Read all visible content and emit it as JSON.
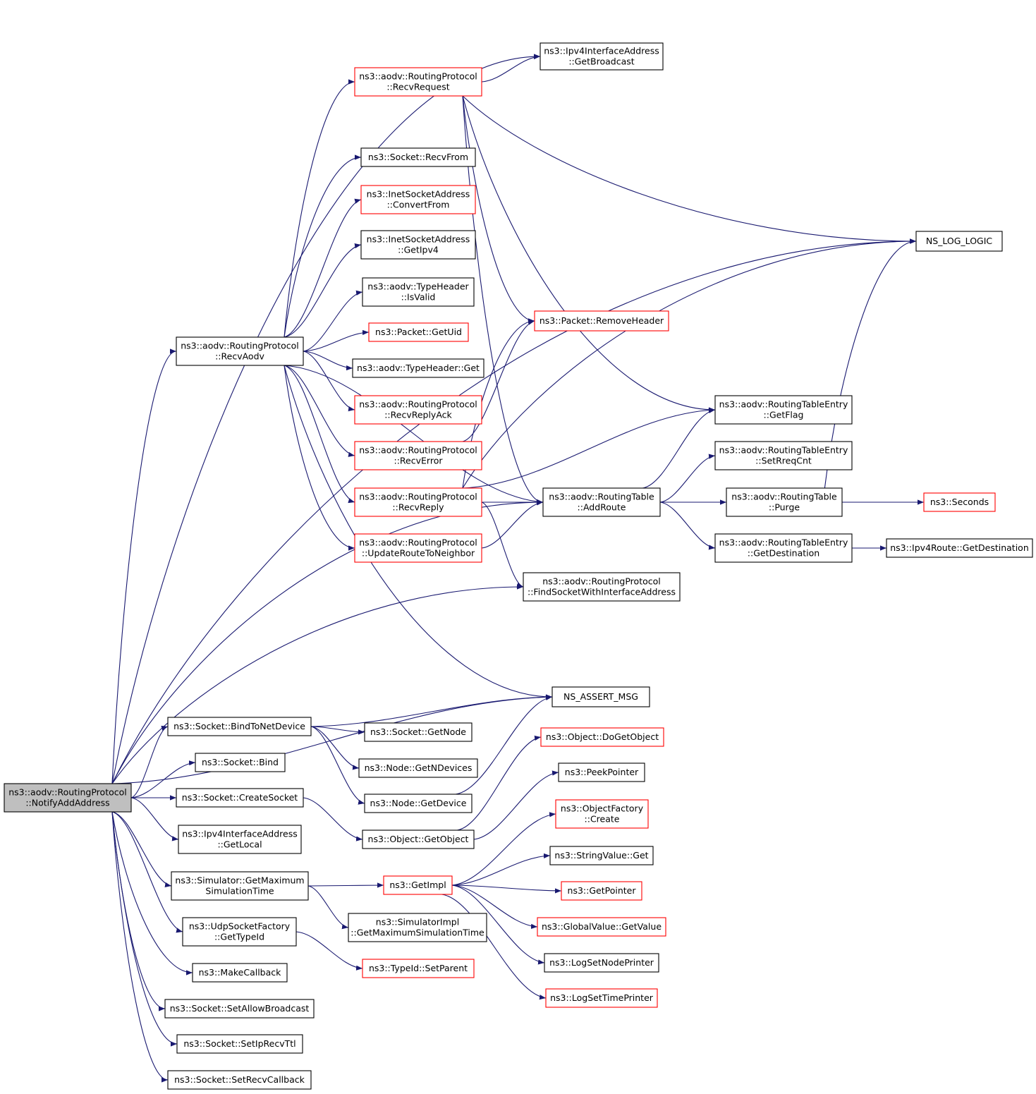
{
  "diagram": {
    "colors": {
      "edge": "#191970",
      "node_border": "#000000",
      "node_border_incomplete": "#ff0000",
      "root_fill": "#bfbfbf",
      "background": "#ffffff"
    },
    "nodes": {
      "notifyAddAddress": {
        "lines": [
          "ns3::aodv::RoutingProtocol",
          "::NotifyAddAddress"
        ],
        "border": "black",
        "root": true
      },
      "recvAodv": {
        "lines": [
          "ns3::aodv::RoutingProtocol",
          "::RecvAodv"
        ],
        "border": "black"
      },
      "recvRequest": {
        "lines": [
          "ns3::aodv::RoutingProtocol",
          "::RecvRequest"
        ],
        "border": "red"
      },
      "getBroadcast": {
        "lines": [
          "ns3::Ipv4InterfaceAddress",
          "::GetBroadcast"
        ],
        "border": "black"
      },
      "nsLogLogic": {
        "lines": [
          "NS_LOG_LOGIC"
        ],
        "border": "black"
      },
      "recvFrom": {
        "lines": [
          "ns3::Socket::RecvFrom"
        ],
        "border": "black"
      },
      "convertFrom": {
        "lines": [
          "ns3::InetSocketAddress",
          "::ConvertFrom"
        ],
        "border": "red"
      },
      "getIpv4": {
        "lines": [
          "ns3::InetSocketAddress",
          "::GetIpv4"
        ],
        "border": "black"
      },
      "isValid": {
        "lines": [
          "ns3::aodv::TypeHeader",
          "::IsValid"
        ],
        "border": "black"
      },
      "getUid": {
        "lines": [
          "ns3::Packet::GetUid"
        ],
        "border": "red"
      },
      "typeHeaderGet": {
        "lines": [
          "ns3::aodv::TypeHeader::Get"
        ],
        "border": "black"
      },
      "recvReplyAck": {
        "lines": [
          "ns3::aodv::RoutingProtocol",
          "::RecvReplyAck"
        ],
        "border": "red"
      },
      "recvError": {
        "lines": [
          "ns3::aodv::RoutingProtocol",
          "::RecvError"
        ],
        "border": "red"
      },
      "recvReply": {
        "lines": [
          "ns3::aodv::RoutingProtocol",
          "::RecvReply"
        ],
        "border": "red"
      },
      "updateRouteToNeighbor": {
        "lines": [
          "ns3::aodv::RoutingProtocol",
          "::UpdateRouteToNeighbor"
        ],
        "border": "red"
      },
      "removeHeader": {
        "lines": [
          "ns3::Packet::RemoveHeader"
        ],
        "border": "red"
      },
      "getFlag": {
        "lines": [
          "ns3::aodv::RoutingTableEntry",
          "::GetFlag"
        ],
        "border": "black"
      },
      "setRreqCnt": {
        "lines": [
          "ns3::aodv::RoutingTableEntry",
          "::SetRreqCnt"
        ],
        "border": "black"
      },
      "addRoute": {
        "lines": [
          "ns3::aodv::RoutingTable",
          "::AddRoute"
        ],
        "border": "black"
      },
      "purge": {
        "lines": [
          "ns3::aodv::RoutingTable",
          "::Purge"
        ],
        "border": "black"
      },
      "seconds": {
        "lines": [
          "ns3::Seconds"
        ],
        "border": "red"
      },
      "getDestinationEntry": {
        "lines": [
          "ns3::aodv::RoutingTableEntry",
          "::GetDestination"
        ],
        "border": "black"
      },
      "ipv4RouteGetDestination": {
        "lines": [
          "ns3::Ipv4Route::GetDestination"
        ],
        "border": "black"
      },
      "findSocket": {
        "lines": [
          "ns3::aodv::RoutingProtocol",
          "::FindSocketWithInterfaceAddress"
        ],
        "border": "black"
      },
      "nsAssertMsg": {
        "lines": [
          "NS_ASSERT_MSG"
        ],
        "border": "black"
      },
      "bindToNetDevice": {
        "lines": [
          "ns3::Socket::BindToNetDevice"
        ],
        "border": "black"
      },
      "socketGetNode": {
        "lines": [
          "ns3::Socket::GetNode"
        ],
        "border": "black"
      },
      "getNDevices": {
        "lines": [
          "ns3::Node::GetNDevices"
        ],
        "border": "black"
      },
      "getDevice": {
        "lines": [
          "ns3::Node::GetDevice"
        ],
        "border": "black"
      },
      "socketBind": {
        "lines": [
          "ns3::Socket::Bind"
        ],
        "border": "black"
      },
      "createSocket": {
        "lines": [
          "ns3::Socket::CreateSocket"
        ],
        "border": "black"
      },
      "getObject": {
        "lines": [
          "ns3::Object::GetObject"
        ],
        "border": "black"
      },
      "doGetObject": {
        "lines": [
          "ns3::Object::DoGetObject"
        ],
        "border": "red"
      },
      "peekPointer": {
        "lines": [
          "ns3::PeekPointer"
        ],
        "border": "black"
      },
      "getLocal": {
        "lines": [
          "ns3::Ipv4InterfaceAddress",
          "::GetLocal"
        ],
        "border": "black"
      },
      "getMaxSimTime": {
        "lines": [
          "ns3::Simulator::GetMaximum",
          "SimulationTime"
        ],
        "border": "black"
      },
      "getImpl": {
        "lines": [
          "ns3::GetImpl"
        ],
        "border": "red"
      },
      "objectFactoryCreate": {
        "lines": [
          "ns3::ObjectFactory",
          "::Create"
        ],
        "border": "red"
      },
      "stringValueGet": {
        "lines": [
          "ns3::StringValue::Get"
        ],
        "border": "black"
      },
      "getPointer": {
        "lines": [
          "ns3::GetPointer"
        ],
        "border": "red"
      },
      "globalValueGetValue": {
        "lines": [
          "ns3::GlobalValue::GetValue"
        ],
        "border": "red"
      },
      "logSetNodePrinter": {
        "lines": [
          "ns3::LogSetNodePrinter"
        ],
        "border": "black"
      },
      "logSetTimePrinter": {
        "lines": [
          "ns3::LogSetTimePrinter"
        ],
        "border": "red"
      },
      "simImplGetMax": {
        "lines": [
          "ns3::SimulatorImpl",
          "::GetMaximumSimulationTime"
        ],
        "border": "black"
      },
      "udpGetTypeId": {
        "lines": [
          "ns3::UdpSocketFactory",
          "::GetTypeId"
        ],
        "border": "black"
      },
      "setParent": {
        "lines": [
          "ns3::TypeId::SetParent"
        ],
        "border": "red"
      },
      "makeCallback": {
        "lines": [
          "ns3::MakeCallback"
        ],
        "border": "black"
      },
      "setAllowBroadcast": {
        "lines": [
          "ns3::Socket::SetAllowBroadcast"
        ],
        "border": "black"
      },
      "setIpRecvTtl": {
        "lines": [
          "ns3::Socket::SetIpRecvTtl"
        ],
        "border": "black"
      },
      "setRecvCallback": {
        "lines": [
          "ns3::Socket::SetRecvCallback"
        ],
        "border": "black"
      }
    },
    "edges": [
      [
        "notifyAddAddress",
        "nsLogLogic"
      ],
      [
        "notifyAddAddress",
        "getBroadcast"
      ],
      [
        "notifyAddAddress",
        "recvAodv"
      ],
      [
        "notifyAddAddress",
        "addRoute"
      ],
      [
        "notifyAddAddress",
        "findSocket"
      ],
      [
        "notifyAddAddress",
        "nsAssertMsg"
      ],
      [
        "notifyAddAddress",
        "bindToNetDevice"
      ],
      [
        "notifyAddAddress",
        "socketBind"
      ],
      [
        "notifyAddAddress",
        "createSocket"
      ],
      [
        "notifyAddAddress",
        "getLocal"
      ],
      [
        "notifyAddAddress",
        "getMaxSimTime"
      ],
      [
        "notifyAddAddress",
        "udpGetTypeId"
      ],
      [
        "notifyAddAddress",
        "makeCallback"
      ],
      [
        "notifyAddAddress",
        "setAllowBroadcast"
      ],
      [
        "notifyAddAddress",
        "setIpRecvTtl"
      ],
      [
        "notifyAddAddress",
        "setRecvCallback"
      ],
      [
        "recvAodv",
        "recvRequest"
      ],
      [
        "recvAodv",
        "addRoute"
      ],
      [
        "recvAodv",
        "recvFrom"
      ],
      [
        "recvAodv",
        "convertFrom"
      ],
      [
        "recvAodv",
        "getIpv4"
      ],
      [
        "recvAodv",
        "isValid"
      ],
      [
        "recvAodv",
        "getUid"
      ],
      [
        "recvAodv",
        "typeHeaderGet"
      ],
      [
        "recvAodv",
        "recvReplyAck"
      ],
      [
        "recvAodv",
        "recvError"
      ],
      [
        "recvAodv",
        "recvReply"
      ],
      [
        "recvAodv",
        "updateRouteToNeighbor"
      ],
      [
        "recvAodv",
        "nsAssertMsg"
      ],
      [
        "recvRequest",
        "getBroadcast"
      ],
      [
        "recvRequest",
        "nsLogLogic"
      ],
      [
        "recvRequest",
        "removeHeader"
      ],
      [
        "recvRequest",
        "getFlag"
      ],
      [
        "recvRequest",
        "addRoute"
      ],
      [
        "recvError",
        "removeHeader"
      ],
      [
        "recvReply",
        "removeHeader"
      ],
      [
        "recvReply",
        "nsLogLogic"
      ],
      [
        "recvReply",
        "getFlag"
      ],
      [
        "recvReply",
        "addRoute"
      ],
      [
        "recvReply",
        "findSocket"
      ],
      [
        "updateRouteToNeighbor",
        "addRoute"
      ],
      [
        "addRoute",
        "getFlag"
      ],
      [
        "addRoute",
        "setRreqCnt"
      ],
      [
        "addRoute",
        "purge"
      ],
      [
        "addRoute",
        "getDestinationEntry"
      ],
      [
        "purge",
        "nsLogLogic"
      ],
      [
        "purge",
        "seconds"
      ],
      [
        "getDestinationEntry",
        "ipv4RouteGetDestination"
      ],
      [
        "bindToNetDevice",
        "nsAssertMsg"
      ],
      [
        "bindToNetDevice",
        "socketGetNode"
      ],
      [
        "bindToNetDevice",
        "getNDevices"
      ],
      [
        "bindToNetDevice",
        "getDevice"
      ],
      [
        "getDevice",
        "nsAssertMsg"
      ],
      [
        "createSocket",
        "getObject"
      ],
      [
        "getObject",
        "doGetObject"
      ],
      [
        "getObject",
        "peekPointer"
      ],
      [
        "getMaxSimTime",
        "getImpl"
      ],
      [
        "getMaxSimTime",
        "simImplGetMax"
      ],
      [
        "getImpl",
        "objectFactoryCreate"
      ],
      [
        "getImpl",
        "stringValueGet"
      ],
      [
        "getImpl",
        "getPointer"
      ],
      [
        "getImpl",
        "globalValueGetValue"
      ],
      [
        "getImpl",
        "logSetNodePrinter"
      ],
      [
        "getImpl",
        "logSetTimePrinter"
      ],
      [
        "udpGetTypeId",
        "setParent"
      ]
    ]
  }
}
